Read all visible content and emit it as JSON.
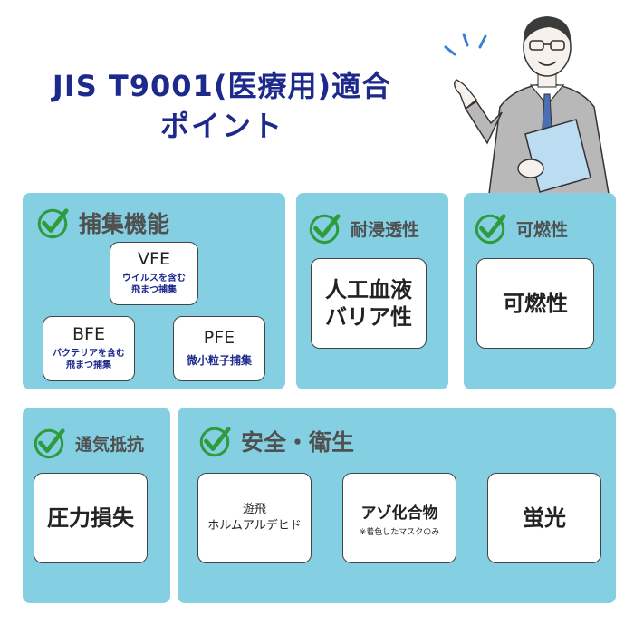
{
  "title": {
    "line1": "JIS T9001(医療用)適合",
    "line2": "ポイント"
  },
  "colors": {
    "title": "#1d2a8c",
    "panel_bg": "#85cfe3",
    "check_green": "#2e9b3c",
    "heading_gray": "#505050",
    "suit_gray": "#b8b8b8",
    "folder_blue": "#bcdcf2",
    "tie_blue": "#4a6fb5"
  },
  "icons": [
    "check-circle-icon",
    "man-with-folder-illustration",
    "sparkle-lines-icon"
  ],
  "panels": {
    "capture": {
      "heading": "捕集機能",
      "vfe": {
        "abbr": "VFE",
        "line1": "ウイルスを含む",
        "line2": "飛まつ捕集"
      },
      "bfe": {
        "abbr": "BFE",
        "line1": "バクテリアを含む",
        "line2": "飛まつ捕集"
      },
      "pfe": {
        "abbr": "PFE",
        "line1": "微小粒子捕集"
      }
    },
    "permeation": {
      "heading": "耐浸透性",
      "box": {
        "line1": "人工血液",
        "line2": "バリア性"
      }
    },
    "flammability": {
      "heading": "可燃性",
      "box": {
        "line1": "可燃性"
      }
    },
    "pressure": {
      "heading": "通気抵抗",
      "box": {
        "line1": "圧力損失"
      }
    },
    "safety": {
      "heading": "安全・衛生",
      "formaldehyde": {
        "line1": "遊飛",
        "line2": "ホルムアルデヒド"
      },
      "azo": {
        "line1": "アゾ化合物",
        "note": "※着色したマスクのみ"
      },
      "fluorescence": {
        "line1": "蛍光"
      }
    }
  }
}
